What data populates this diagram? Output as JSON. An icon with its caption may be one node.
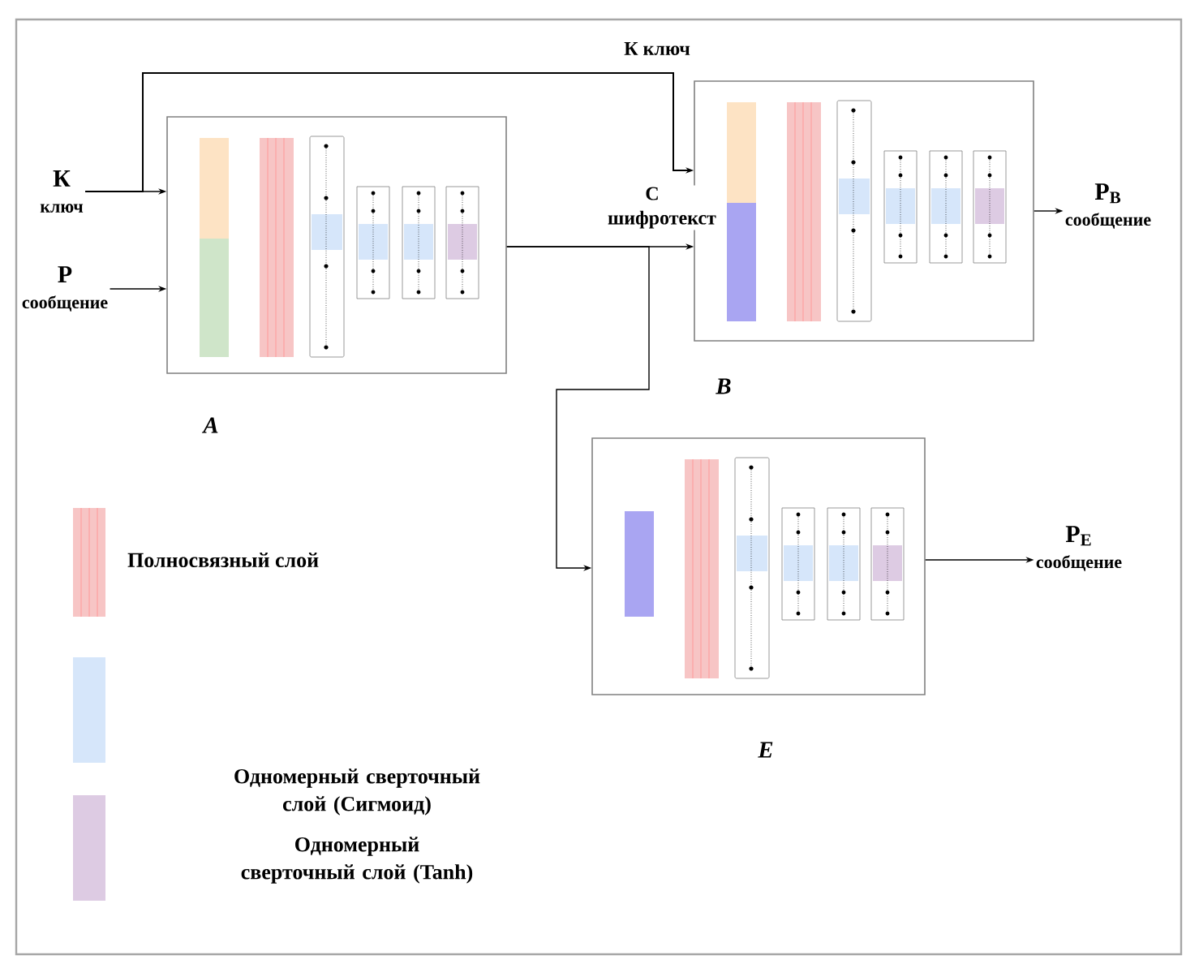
{
  "diagram": {
    "nodes": [
      {
        "text": [],
        "shape": "box",
        "beside": [
          "A"
        ]
      },
      {
        "text": [],
        "shape": "box",
        "beside": [
          "B"
        ]
      },
      {
        "text": [],
        "shape": "box",
        "beside": [
          "E"
        ]
      },
      {
        "text": [
          "К",
          "ключ"
        ]
      },
      {
        "text": [
          "P",
          "сообщение"
        ]
      },
      {
        "text": [
          "P$_{B}$",
          "сообщение"
        ]
      },
      {
        "text": [
          "P$_{E}$",
          "сообщение"
        ]
      }
    ],
    "edges": [
      {
        "from": 3,
        "to": 0,
        "arrow": "to"
      },
      {
        "from": 4,
        "to": 0,
        "arrow": "to"
      },
      {
        "from": 3,
        "to": 1,
        "arrow": "to",
        "label": "К ключ"
      },
      {
        "from": 0,
        "to": 1,
        "arrow": "to",
        "label": "C шифротекст"
      },
      {
        "from": 0,
        "to": 2,
        "arrow": "to"
      },
      {
        "from": 1,
        "to": 5,
        "arrow": "to"
      },
      {
        "from": 2,
        "to": 6,
        "arrow": "to"
      }
    ],
    "legend": [
      {
        "text": "Полносвязный слой",
        "color": "#f7c5c5"
      },
      {
        "text": "Одномерный сверточный слой (Сигмоид)",
        "color": "#d6e6fa"
      },
      {
        "text": "Одномерный сверточный слой (Tanh)",
        "color": "#ddcbe3"
      }
    ]
  }
}
